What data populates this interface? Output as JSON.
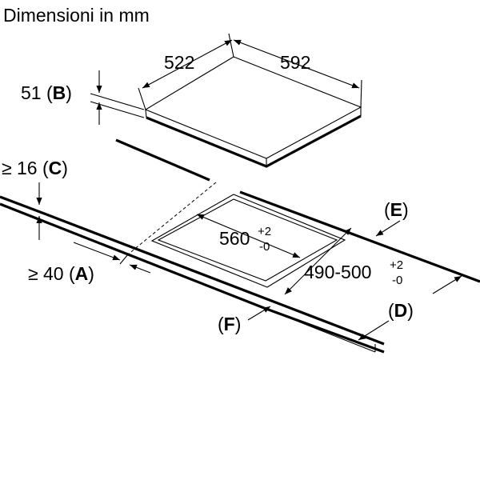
{
  "title": "Dimensioni in mm",
  "hob": {
    "depth": "522",
    "width": "592",
    "height_value": "51",
    "height_ref": "B"
  },
  "cutout": {
    "width_main": "560",
    "width_tol_plus": "+2",
    "width_tol_minus": "-0",
    "depth_main": "490-500",
    "depth_tol_plus": "+2",
    "depth_tol_minus": "-0"
  },
  "clearances": {
    "c": {
      "prefix": "≥ 16 (",
      "ref": "C",
      "suffix": ")"
    },
    "a": {
      "prefix": "≥ 40 (",
      "ref": "A",
      "suffix": ")"
    },
    "d": {
      "prefix": "(",
      "ref": "D",
      "suffix": ")"
    },
    "e": {
      "prefix": "(",
      "ref": "E",
      "suffix": ")"
    },
    "f": {
      "prefix": "(",
      "ref": "F",
      "suffix": ")"
    }
  }
}
